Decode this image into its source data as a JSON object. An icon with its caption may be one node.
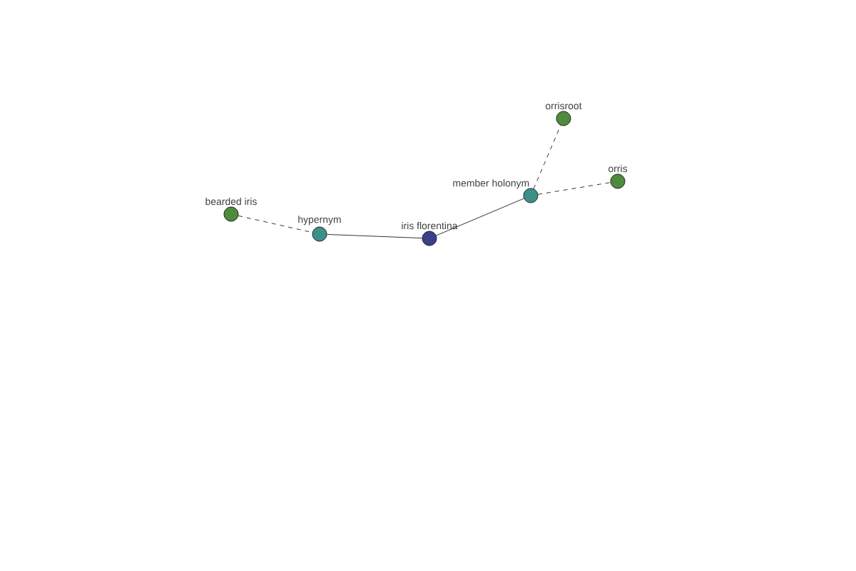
{
  "diagram": {
    "nodes": [
      {
        "text": [
          "bearded iris"
        ]
      },
      {
        "text": [
          "hypernym"
        ]
      },
      {
        "text": [
          "iris florentina"
        ]
      },
      {
        "text": [
          "member holonym"
        ]
      },
      {
        "text": [
          "orrisroot"
        ]
      },
      {
        "text": [
          "orris"
        ]
      }
    ],
    "edges": [
      {
        "from": 0,
        "to": 1,
        "arrow": "none",
        "style": "dashed"
      },
      {
        "from": 1,
        "to": 2,
        "arrow": "none"
      },
      {
        "from": 2,
        "to": 3,
        "arrow": "none"
      },
      {
        "from": 3,
        "to": 4,
        "arrow": "none",
        "style": "dashed"
      },
      {
        "from": 3,
        "to": 5,
        "arrow": "none",
        "style": "dashed"
      }
    ]
  }
}
